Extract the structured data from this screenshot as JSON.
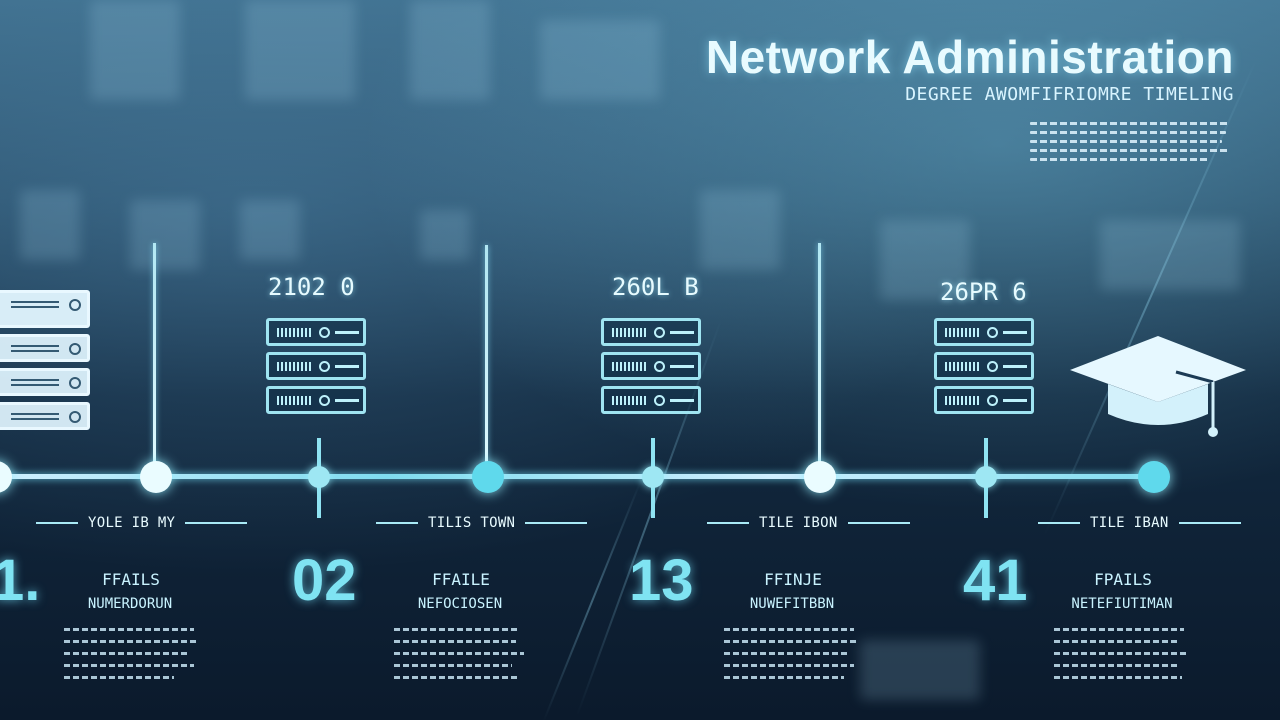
{
  "header": {
    "title": "Network Administration",
    "subtitle": "DEGREE AWOMFIFRIOMRE TIMELING"
  },
  "steps": [
    {
      "year": "",
      "title": "YOLE IB MY",
      "number": "1.",
      "heading1": "FFAILS",
      "heading2": "NUMERDORUN"
    },
    {
      "year": "2102 0",
      "title": "TILIS TOWN",
      "number": "02",
      "heading1": "FFAILE",
      "heading2": "NEFOCIOSEN"
    },
    {
      "year": "260L B",
      "title": "TILE IBON",
      "number": "13",
      "heading1": "FFINJE",
      "heading2": "NUWEFITBBN"
    },
    {
      "year": "26PR 6",
      "title": "TILE IBAN",
      "number": "41",
      "heading1": "FPAILS",
      "heading2": "NETEFIUTIMAN"
    }
  ],
  "icons": {
    "server": "server-rack-icon",
    "graduation": "graduation-cap-icon"
  },
  "colors": {
    "accent": "#7fe3f2",
    "text": "#e8fbff",
    "background": "#12293f"
  }
}
